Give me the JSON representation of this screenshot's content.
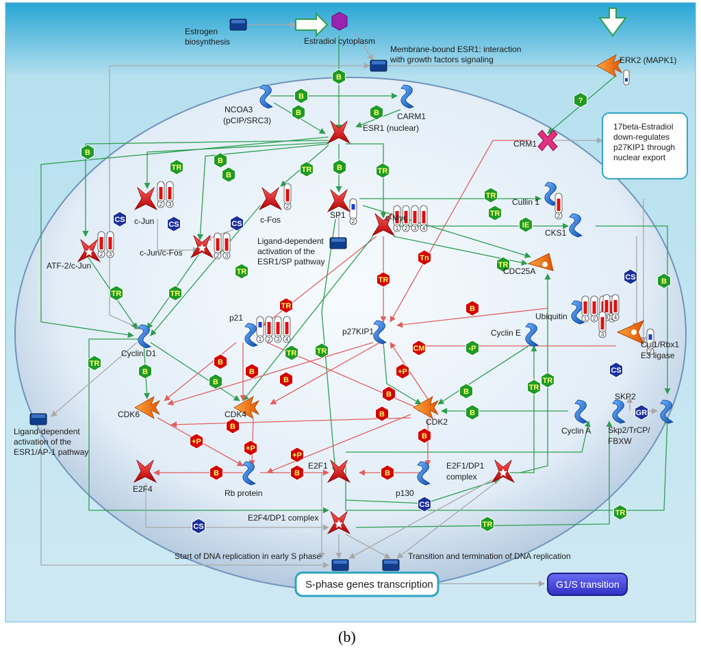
{
  "caption": "(b)",
  "labels": {
    "estrogen_biosynthesis": [
      "Estrogen",
      "biosynthesis"
    ],
    "estradiol_cytoplasm": "Estradiol cytoplasm",
    "membrane_esr1": [
      "Membrane-bound ESR1: interaction",
      "with growth factors signaling"
    ],
    "erk2": "ERK2 (MAPK1)",
    "ncoa3": [
      "NCOA3",
      "(pCIP/SRC3)"
    ],
    "carm1": "CARM1",
    "esr1_nuclear": "ESR1 (nuclear)",
    "crm1": "CRM1",
    "note_box": [
      "17beta-Estradiol",
      "down-regulates",
      "p27KIP1 through",
      "nuclear export"
    ],
    "cjun": "c-Jun",
    "cfos": "c-Fos",
    "sp1": "SP1",
    "cmyc": "c-Myc",
    "cullin1": "Cullin 1",
    "cks1": "CKS1",
    "atf2_cjun": "ATF-2/c-Jun",
    "cjun_cfos": "c-Jun/c-Fos",
    "ligand_sp": [
      "Ligand-dependent",
      "activation of the",
      "ESR1/SP pathway"
    ],
    "cdc25a": "CDC25A",
    "ubiquitin": "Ubiquitin",
    "cul1_rbx1": [
      "Cul1/Rbx1",
      "E3 ligase"
    ],
    "p21": "p21",
    "p27kip1": "p27KIP1",
    "cyclin_e": "Cyclin E",
    "cyclin_d1": "Cyclin D1",
    "cdk6": "CDK6",
    "cdk4": "CDK4",
    "cdk2": "CDK2",
    "cyclin_a": "Cyclin A",
    "skp2": "SKP2",
    "skp2_complex": [
      "Skp2/TrCP/",
      "FBXW"
    ],
    "ligand_ap1": [
      "Ligand-dependent",
      "activation of the",
      "ESR1/AP-1 pathway"
    ],
    "e2f4": "E2F4",
    "rb_protein": "Rb protein",
    "e2f1": "E2F1",
    "p130": "p130",
    "e2f1_dp1": [
      "E2F1/DP1",
      "complex"
    ],
    "e2f4_dp1": "E2F4/DP1 complex",
    "start_dna": "Start of DNA replication in early S phase",
    "transition_dna": "Transition and termination of DNA replication",
    "s_phase": "S-phase genes transcription",
    "g1s": "G1/S transition"
  },
  "colors": {
    "activation": "#2e9e4f",
    "inhibition": "#e06060",
    "neutral": "#a8a8a8",
    "protein": "#1a6fd0",
    "tf": "#d81a1a",
    "kinase": "#f07010",
    "green_hex": "#1f9a2a",
    "red_hex": "#d50000",
    "blue_hex": "#1c2f9c"
  },
  "hexes": [
    {
      "t": "B",
      "c": "g"
    },
    {
      "t": "B",
      "c": "g"
    },
    {
      "t": "B",
      "c": "g"
    },
    {
      "t": "B",
      "c": "g"
    },
    {
      "t": "?",
      "c": "g"
    },
    {
      "t": "B",
      "c": "g"
    },
    {
      "t": "TR",
      "c": "g"
    },
    {
      "t": "B",
      "c": "g"
    },
    {
      "t": "B",
      "c": "g"
    },
    {
      "t": "TR",
      "c": "g"
    },
    {
      "t": "B",
      "c": "g"
    },
    {
      "t": "TR",
      "c": "g"
    },
    {
      "t": "TR",
      "c": "g"
    },
    {
      "t": "TR",
      "c": "g"
    },
    {
      "t": "IE",
      "c": "g"
    },
    {
      "t": "TR",
      "c": "g"
    },
    {
      "t": "TR",
      "c": "g"
    },
    {
      "t": "TR",
      "c": "g"
    },
    {
      "t": "TR",
      "c": "g"
    },
    {
      "t": "B",
      "c": "g"
    },
    {
      "t": "TR",
      "c": "g"
    },
    {
      "t": "TR",
      "c": "g"
    },
    {
      "t": "B",
      "c": "g"
    },
    {
      "t": "B",
      "c": "g"
    },
    {
      "t": "-P",
      "c": "g"
    },
    {
      "t": "B",
      "c": "g"
    },
    {
      "t": "B",
      "c": "g"
    },
    {
      "t": "TR",
      "c": "g"
    },
    {
      "t": "TR",
      "c": "g"
    },
    {
      "t": "TR",
      "c": "g"
    },
    {
      "t": "TR",
      "c": "g"
    },
    {
      "t": "TR",
      "c": "g"
    },
    {
      "t": "Tn",
      "c": "r"
    },
    {
      "t": "TR",
      "c": "r"
    },
    {
      "t": "TR",
      "c": "r"
    },
    {
      "t": "B",
      "c": "r"
    },
    {
      "t": "CM",
      "c": "r"
    },
    {
      "t": "B",
      "c": "r"
    },
    {
      "t": "B",
      "c": "r"
    },
    {
      "t": "+P",
      "c": "r"
    },
    {
      "t": "B",
      "c": "r"
    },
    {
      "t": "B",
      "c": "r"
    },
    {
      "t": "B",
      "c": "r"
    },
    {
      "t": "B",
      "c": "r"
    },
    {
      "t": "+P",
      "c": "r"
    },
    {
      "t": "+P",
      "c": "r"
    },
    {
      "t": "+P",
      "c": "r"
    },
    {
      "t": "B",
      "c": "r"
    },
    {
      "t": "B",
      "c": "r"
    },
    {
      "t": "B",
      "c": "r"
    },
    {
      "t": "B",
      "c": "r"
    },
    {
      "t": "CS",
      "c": "b"
    },
    {
      "t": "CS",
      "c": "b"
    },
    {
      "t": "CS",
      "c": "b"
    },
    {
      "t": "CS",
      "c": "b"
    },
    {
      "t": "CS",
      "c": "b"
    },
    {
      "t": "CS",
      "c": "b"
    },
    {
      "t": "CS",
      "c": "b"
    },
    {
      "t": "GR",
      "c": "b"
    }
  ],
  "thermometers": [
    {
      "ticks": [
        "2",
        "3"
      ]
    },
    {
      "ticks": [
        "2"
      ]
    },
    {
      "ticks": [
        "2",
        "3"
      ]
    },
    {
      "ticks": [
        "2",
        "3"
      ]
    },
    {
      "ticks": [
        "2"
      ]
    },
    {
      "ticks": [
        "1",
        "2",
        "3",
        "4"
      ]
    },
    {
      "ticks": [
        "2"
      ]
    },
    {
      "ticks": [
        "1",
        "2",
        "3",
        "4"
      ]
    },
    {
      "ticks": [
        "1",
        "2",
        "3",
        "4"
      ]
    },
    {
      "ticks": [
        "3",
        "4"
      ]
    },
    {
      "ticks": [
        "3"
      ]
    },
    {
      "ticks": [
        "2"
      ]
    }
  ]
}
